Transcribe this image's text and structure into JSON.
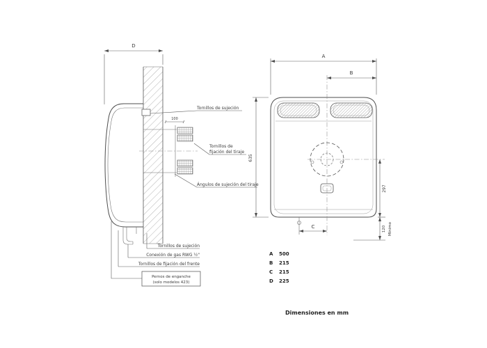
{
  "side_view": {
    "dim_d": "D",
    "dim_100": "100",
    "callouts": {
      "screws_top": "Tornillos de sujeción",
      "draft_screws_l1": "Tornillos de",
      "draft_screws_l2": "fijación del tiraje",
      "draft_angles": "Ángulos de sujeción del tiraje",
      "screws_bottom": "Tornillos de sujeción",
      "gas_connection": "Conexión de gas RWG ½\"",
      "front_screws": "Tornillos de fijación del frente",
      "hooks_l1": "Pernos de enganche",
      "hooks_l2": "(solo modelos 423)"
    }
  },
  "front_view": {
    "dim_a": "A",
    "dim_b": "B",
    "dim_c": "C",
    "height_635": "635",
    "flue_297": "297",
    "min_120": "120",
    "min_label": "Mínimo"
  },
  "legend": {
    "rows": [
      {
        "label": "A",
        "value": "500"
      },
      {
        "label": "B",
        "value": "215"
      },
      {
        "label": "C",
        "value": "215"
      },
      {
        "label": "D",
        "value": "225"
      }
    ],
    "note": "Dimensiones en mm"
  }
}
